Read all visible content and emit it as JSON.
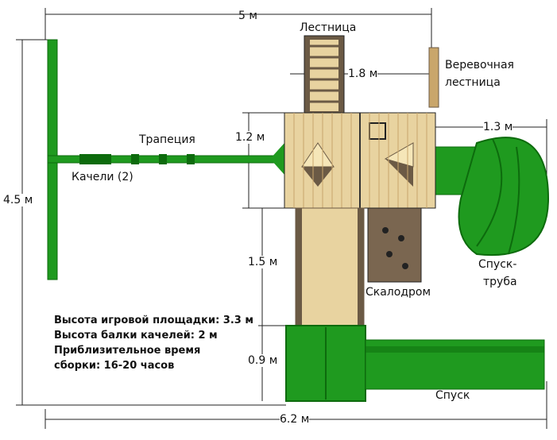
{
  "labels": {
    "width_top": "5 м",
    "ladder": "Лестница",
    "ladder_width": "1.8 м",
    "rope_ladder_1": "Веревочная",
    "rope_ladder_2": "лестница",
    "trapeze": "Трапеция",
    "swings": "Качели (2)",
    "deck_height": "1.2 м",
    "depth": "4.5 м",
    "tube_offset": "1.3 м",
    "tube_slide_1": "Спуск-",
    "tube_slide_2": "труба",
    "stairs_len": "1.5 м",
    "climbing_wall": "Скалодром",
    "slide_base": "0.9 м",
    "slide": "Спуск",
    "width_bottom": "6.2 м"
  },
  "info": [
    "Высота игровой площадки:  3.3 м",
    "Высота балки качелей: 2 м",
    "Приблизительное время",
    "сборки: 16-20 часов"
  ],
  "colors": {
    "green": "#1f9a1f",
    "dark_green": "#0d6b0d",
    "wood": "#e8d3a0",
    "dark_wood": "#6b5a45"
  }
}
